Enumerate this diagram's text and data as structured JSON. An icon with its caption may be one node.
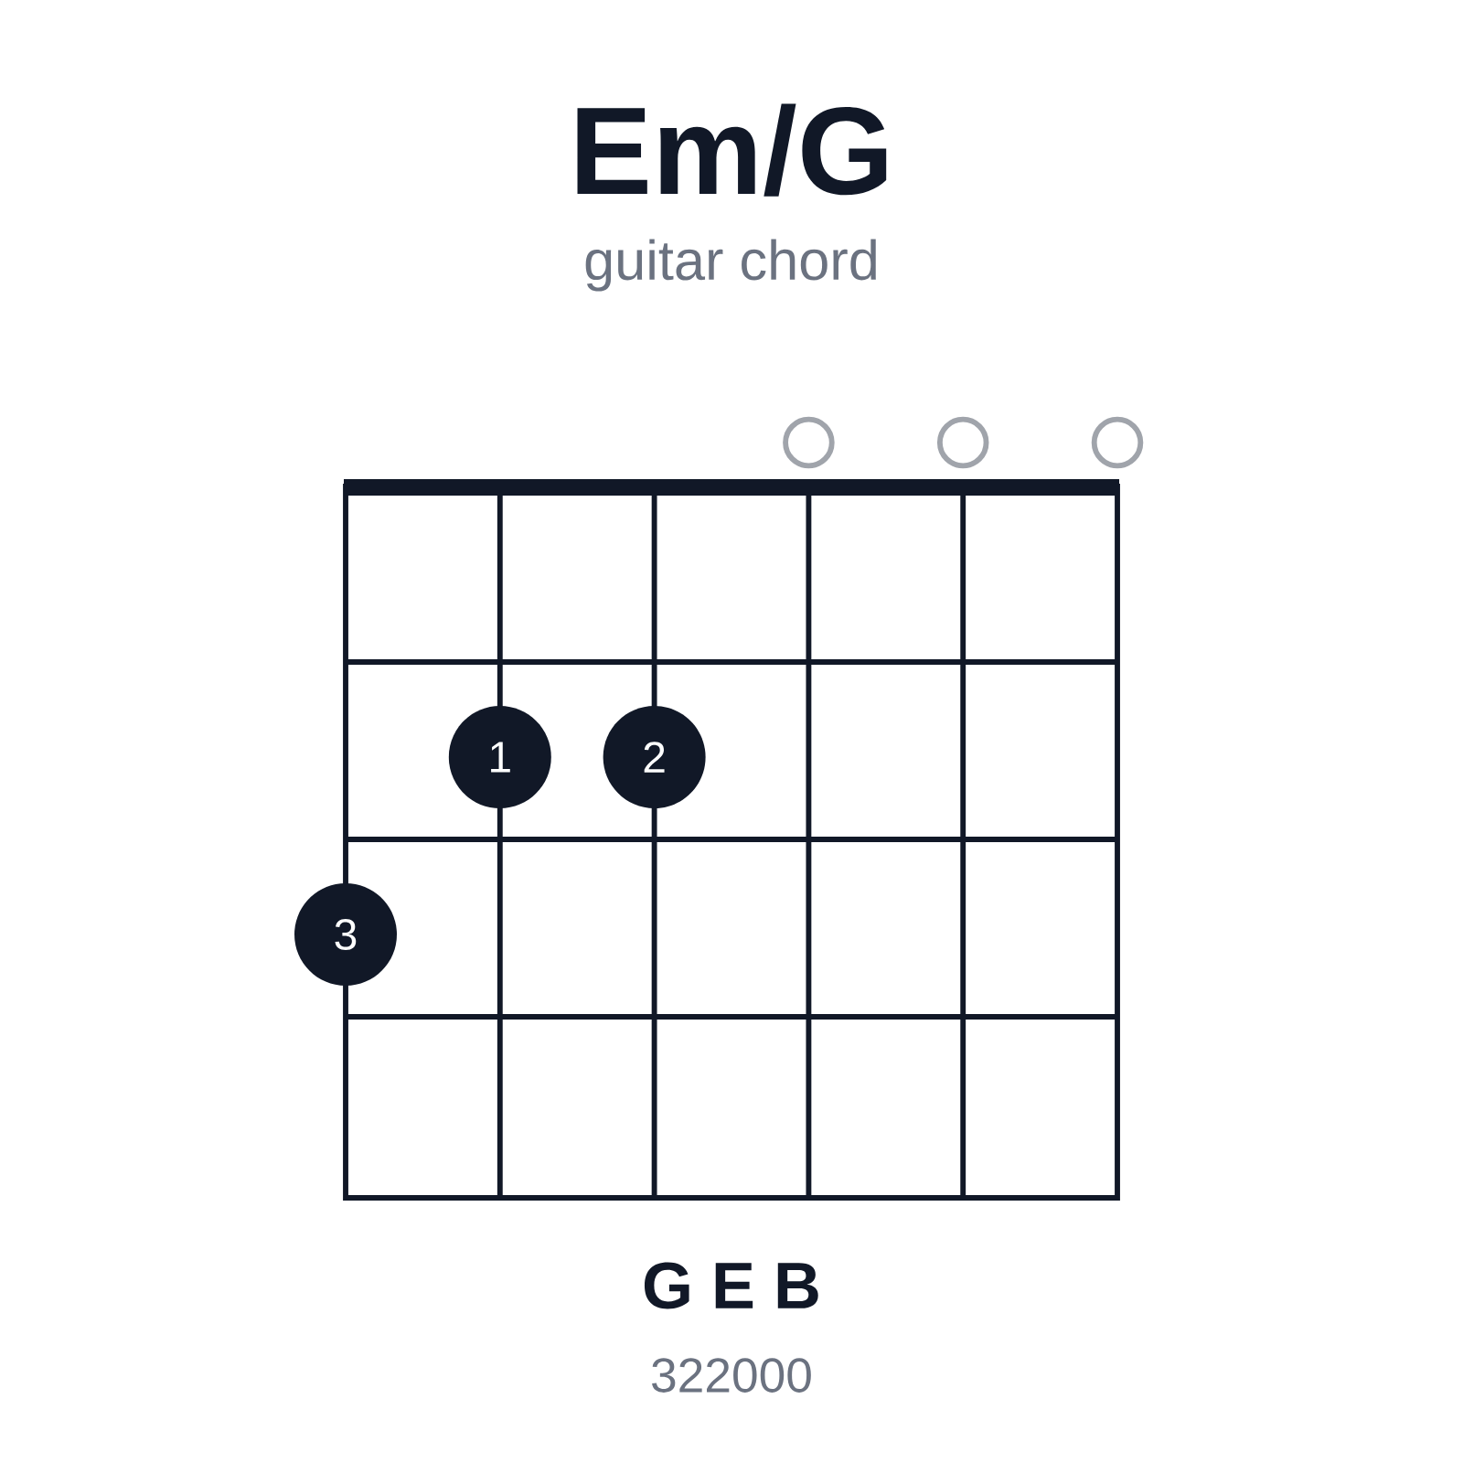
{
  "diagram": {
    "title": "Em/G",
    "nodes": [
      {
        "text": [],
        "shape": "circle"
      },
      {
        "text": [],
        "shape": "circle"
      },
      {
        "text": [],
        "shape": "circle"
      },
      {
        "text": [
          "1"
        ]
      },
      {
        "text": [
          "2"
        ]
      },
      {
        "text": [
          "3"
        ]
      }
    ],
    "labels": [
      "guitar chord",
      "G E B",
      "322000"
    ]
  }
}
